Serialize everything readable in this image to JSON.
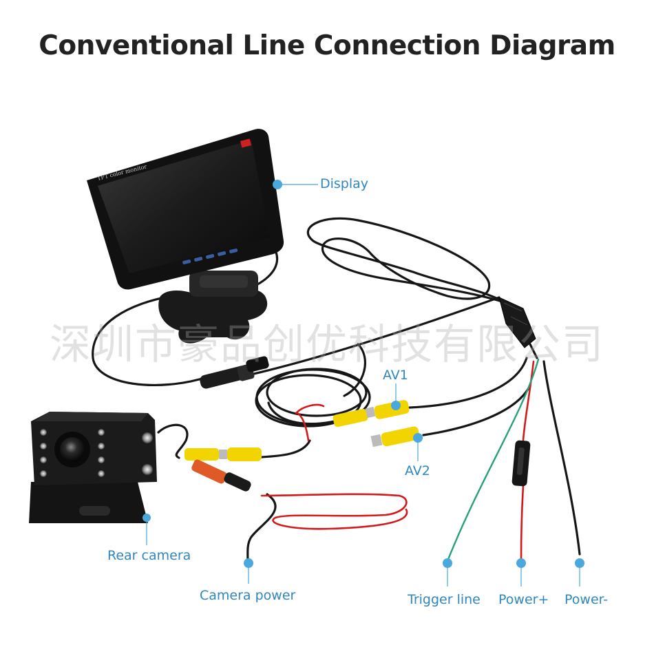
{
  "title": "Conventional Line Connection Diagram",
  "watermark": "深圳市豪品创优科技有限公司",
  "monitor_text": "TFT color monitor",
  "labels": {
    "display": "Display",
    "av1": "AV1",
    "av2": "AV2",
    "rear_camera": "Rear camera",
    "camera_power": "Camera power",
    "trigger_line": "Trigger line",
    "power_plus": "Power+",
    "power_minus": "Power-"
  },
  "colors": {
    "label_text": "#2f86c0",
    "label_dot": "#4aa8dc",
    "rca_yellow": "#f2d400",
    "rca_red": "#e05a28",
    "wire_red": "#d21a1a",
    "wire_green": "#2aa07a",
    "wire_black": "#1a1a1a"
  }
}
